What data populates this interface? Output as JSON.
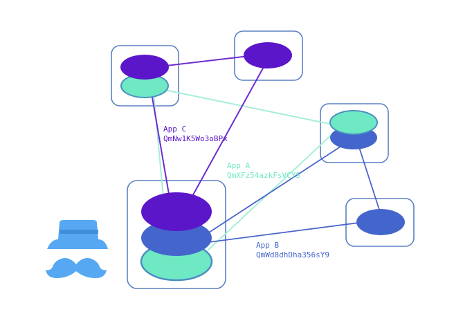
{
  "apps": [
    {
      "name": "App C",
      "hash": "QmNw1K5Wo3oBPx",
      "color": "#5b16c9"
    },
    {
      "name": "App A",
      "hash": "QmXFz54azkFsVCYS",
      "color": "#6fe8c4"
    },
    {
      "name": "App B",
      "hash": "QmWd8dhDha356sY9",
      "color": "#4466cc"
    }
  ],
  "colors": {
    "purple": "#5b16c9",
    "blue": "#4466cc",
    "mint": "#6fe8c4",
    "node_border": "#5b80c4",
    "logo": "#56a8f2"
  },
  "icons": [
    "hat-icon",
    "mustache-icon"
  ]
}
